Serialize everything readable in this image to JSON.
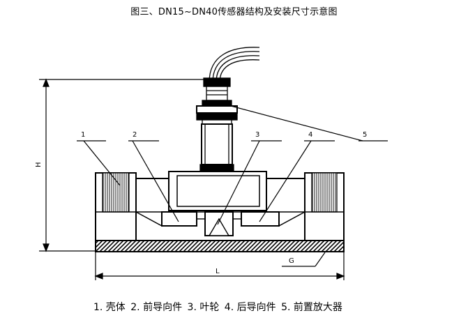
{
  "title": "图三、DN15~DN40传感器结构及安装尺寸示意图",
  "callouts": {
    "c1": "1",
    "c2": "2",
    "c3": "3",
    "c4": "4",
    "c5": "5"
  },
  "dimensions": {
    "height": "H",
    "length": "L",
    "thread": "G"
  },
  "legend": [
    "1. 壳体",
    "2. 前导向件",
    "3. 叶轮",
    "4. 后导向件",
    "5. 前置放大器"
  ]
}
